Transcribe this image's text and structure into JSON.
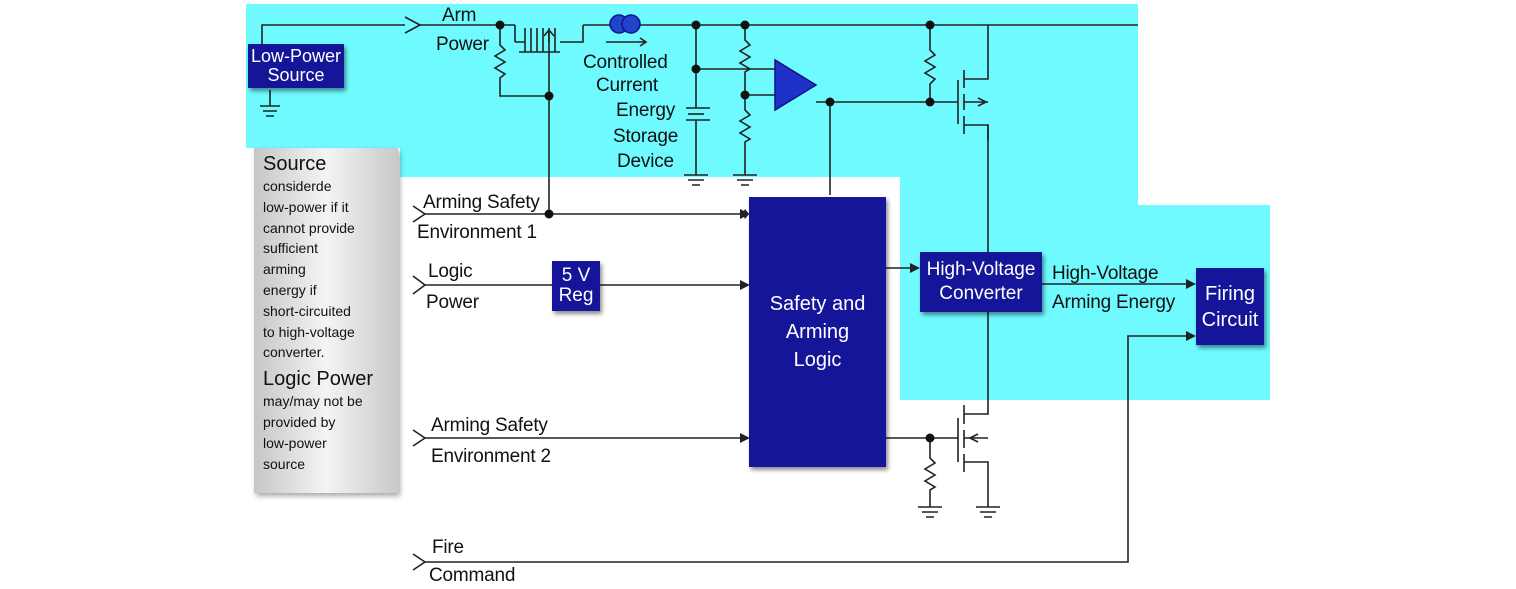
{
  "colors": {
    "highlight": "#6ffaff",
    "box_fill": "#15159a",
    "box_text": "#ffffff",
    "wire": "#222222",
    "note_gradient": [
      "#c6c6c6",
      "#f4f4f4"
    ]
  },
  "blocks": {
    "low_power_source": [
      "Low-Power",
      "Source"
    ],
    "reg": [
      "5 V",
      "Reg"
    ],
    "logic": [
      "Safety and",
      "Arming",
      "Logic"
    ],
    "hv_converter": [
      "High-Voltage",
      "Converter"
    ],
    "firing": [
      "Firing",
      "Circuit"
    ]
  },
  "labels": {
    "arm": "Arm",
    "power": "Power",
    "controlled": "Controlled",
    "current": "Current",
    "energy": "Energy",
    "storage": "Storage",
    "device": "Device",
    "ase1_line1": "Arming Safety",
    "ase1_line2": "Environment 1",
    "logic": "Logic",
    "logic_power": "Power",
    "ase2_line1": "Arming Safety",
    "ase2_line2": "Environment 2",
    "fire": "Fire",
    "command": "Command",
    "hv_arming_1": "High-Voltage",
    "hv_arming_2": "Arming Energy"
  },
  "note": {
    "heading1": "Source",
    "lines1": [
      "considerde",
      "low-power if it",
      "cannot provide",
      "sufficient",
      "arming",
      "energy if",
      "short-circuited",
      "to high-voltage",
      "converter."
    ],
    "heading2": "Logic Power",
    "lines2": [
      "may/may not be",
      "provided by",
      "low-power",
      "source"
    ]
  },
  "icons": [
    "input-arrow-icon",
    "ground-icon",
    "resistor-icon",
    "capacitor-icon",
    "transistor-icon",
    "opamp-icon",
    "current-source-icon",
    "junction-dot-icon"
  ]
}
